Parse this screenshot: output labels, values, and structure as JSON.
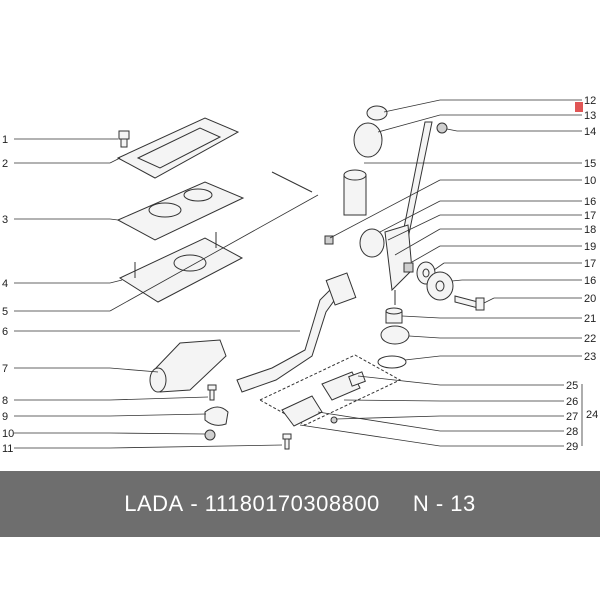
{
  "left_labels": [
    "1",
    "2",
    "3",
    "4",
    "5",
    "6",
    "7",
    "8",
    "9",
    "10",
    "11"
  ],
  "right_labels": [
    "12",
    "13",
    "14",
    "15",
    "10",
    "16",
    "17",
    "18",
    "19",
    "17",
    "16",
    "20",
    "21",
    "22",
    "23",
    "25",
    "26",
    "27",
    "28",
    "29"
  ],
  "group_label": "24",
  "highlight_color": "#e05555",
  "banner": {
    "brand": "LADA",
    "separator": " - ",
    "part_number": "11180170308800",
    "spacer": "     ",
    "page": "N - 13"
  }
}
